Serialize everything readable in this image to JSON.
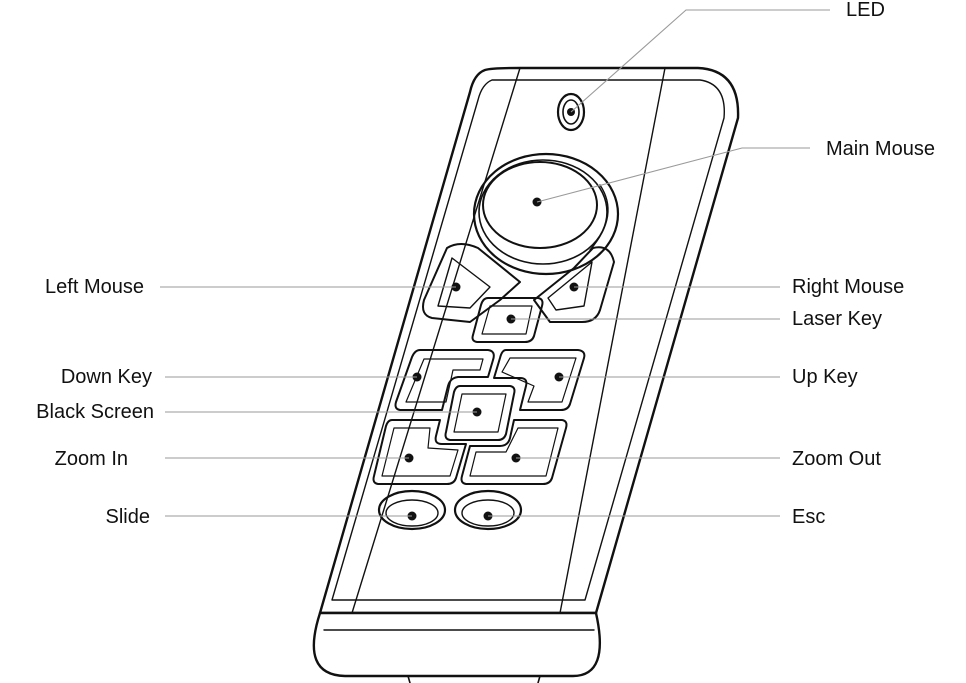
{
  "labels": {
    "led": "LED",
    "main_mouse": "Main Mouse",
    "left_mouse": "Left Mouse",
    "right_mouse": "Right Mouse",
    "laser_key": "Laser Key",
    "down_key": "Down Key",
    "up_key": "Up Key",
    "black_screen": "Black Screen",
    "zoom_in": "Zoom In",
    "zoom_out": "Zoom Out",
    "slide": "Slide",
    "esc": "Esc"
  },
  "colors": {
    "ink": "#111111",
    "leader": "#9a9a9a",
    "body_fill": "#ffffff"
  }
}
